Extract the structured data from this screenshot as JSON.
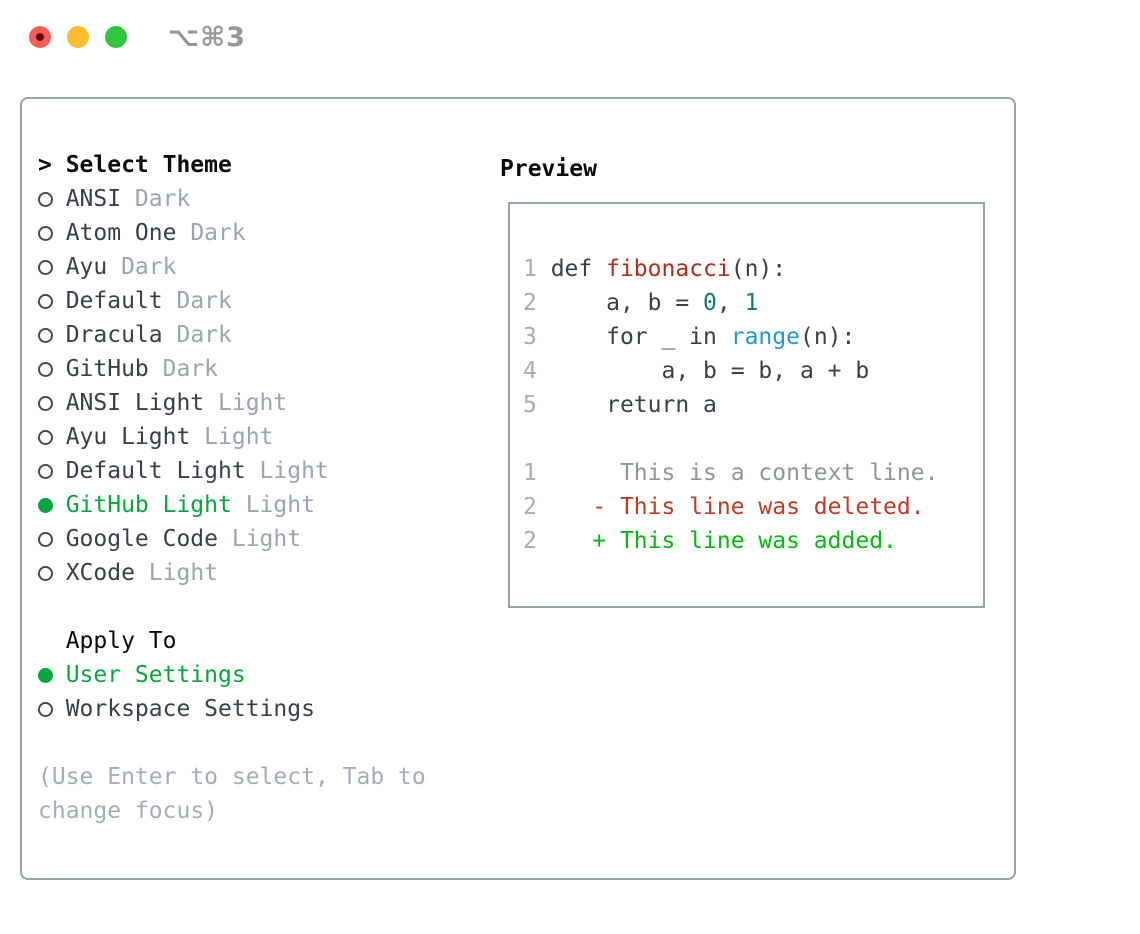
{
  "window": {
    "title": "⌥⌘3",
    "traffic_lights": [
      "close",
      "minimize",
      "zoom"
    ]
  },
  "colors": {
    "selection_green": "#06a73d",
    "added_green": "#01bc0c",
    "deleted_red": "#c43a20",
    "function_red": "#b22d1b",
    "literal_teal": "#0d7d76",
    "call_blue": "#1e9ad6",
    "text_dark": "#39404a",
    "muted_gray": "#9ba4b0",
    "border_gray": "#98a2ac"
  },
  "theme_panel": {
    "prompt": ">",
    "header": "Select Theme",
    "themes": [
      {
        "name": "ANSI",
        "tag": "Dark",
        "selected": false
      },
      {
        "name": "Atom One",
        "tag": "Dark",
        "selected": false
      },
      {
        "name": "Ayu",
        "tag": "Dark",
        "selected": false
      },
      {
        "name": "Default",
        "tag": "Dark",
        "selected": false
      },
      {
        "name": "Dracula",
        "tag": "Dark",
        "selected": false
      },
      {
        "name": "GitHub",
        "tag": "Dark",
        "selected": false
      },
      {
        "name": "ANSI Light",
        "tag": "Light",
        "selected": false
      },
      {
        "name": "Ayu Light",
        "tag": "Light",
        "selected": false
      },
      {
        "name": "Default Light",
        "tag": "Light",
        "selected": false
      },
      {
        "name": "GitHub Light",
        "tag": "Light",
        "selected": true
      },
      {
        "name": "Google Code",
        "tag": "Light",
        "selected": false
      },
      {
        "name": "XCode",
        "tag": "Light",
        "selected": false
      }
    ],
    "apply_header": "Apply To",
    "apply_options": [
      {
        "label": "User Settings",
        "selected": true
      },
      {
        "label": "Workspace Settings",
        "selected": false
      }
    ],
    "hint_lines": [
      "(Use Enter to select, Tab to",
      "change focus)"
    ]
  },
  "preview": {
    "label": "Preview",
    "lines": [
      {
        "num": "1",
        "segments": [
          {
            "t": " def "
          },
          {
            "t": "fibonacci"
          },
          {
            "t": "(n):"
          }
        ]
      },
      {
        "num": "2",
        "segments": [
          {
            "t": "     a, b = "
          },
          {
            "t": "0"
          },
          {
            "t": ", "
          },
          {
            "t": "1"
          }
        ]
      },
      {
        "num": "3",
        "segments": [
          {
            "t": "     for _ in "
          },
          {
            "t": "range"
          },
          {
            "t": "(n):"
          }
        ]
      },
      {
        "num": "4",
        "segments": [
          {
            "t": "         a, b = b, a + b"
          }
        ]
      },
      {
        "num": "5",
        "segments": [
          {
            "t": "     return a"
          }
        ]
      },
      {
        "num": "",
        "segments": []
      },
      {
        "num": "1",
        "segments": [
          {
            "t": "      This is a context line."
          }
        ]
      },
      {
        "num": "2",
        "segments": [
          {
            "t": "    - This line was deleted."
          }
        ]
      },
      {
        "num": "2",
        "segments": [
          {
            "t": "    + This line was added."
          }
        ]
      }
    ]
  }
}
